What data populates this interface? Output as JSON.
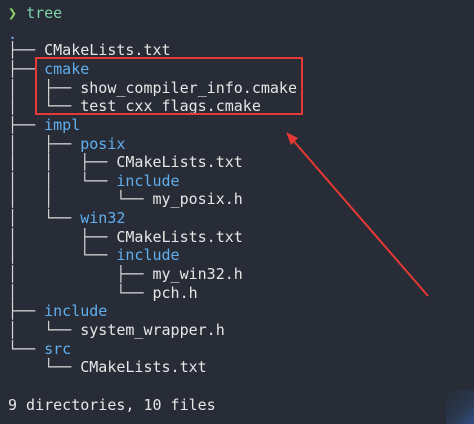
{
  "prompt": {
    "symbol": "❯",
    "command": "tree"
  },
  "tree": {
    "root": ".",
    "lines": [
      {
        "guide": "├── ",
        "name": "CMakeLists.txt",
        "kind": "file"
      },
      {
        "guide": "├── ",
        "name": "cmake",
        "kind": "dir"
      },
      {
        "guide": "│   ├── ",
        "name": "show_compiler_info.cmake",
        "kind": "file"
      },
      {
        "guide": "│   └── ",
        "name": "test_cxx_flags.cmake",
        "kind": "file"
      },
      {
        "guide": "├── ",
        "name": "impl",
        "kind": "dir"
      },
      {
        "guide": "│   ├── ",
        "name": "posix",
        "kind": "dir"
      },
      {
        "guide": "│   │   ├── ",
        "name": "CMakeLists.txt",
        "kind": "file"
      },
      {
        "guide": "│   │   └── ",
        "name": "include",
        "kind": "dir"
      },
      {
        "guide": "│   │       └── ",
        "name": "my_posix.h",
        "kind": "file"
      },
      {
        "guide": "│   └── ",
        "name": "win32",
        "kind": "dir"
      },
      {
        "guide": "│       ├── ",
        "name": "CMakeLists.txt",
        "kind": "file"
      },
      {
        "guide": "│       └── ",
        "name": "include",
        "kind": "dir"
      },
      {
        "guide": "│           ├── ",
        "name": "my_win32.h",
        "kind": "file"
      },
      {
        "guide": "│           └── ",
        "name": "pch.h",
        "kind": "file"
      },
      {
        "guide": "├── ",
        "name": "include",
        "kind": "dir"
      },
      {
        "guide": "│   └── ",
        "name": "system_wrapper.h",
        "kind": "file"
      },
      {
        "guide": "└── ",
        "name": "src",
        "kind": "dir"
      },
      {
        "guide": "    └── ",
        "name": "CMakeLists.txt",
        "kind": "file"
      }
    ]
  },
  "summary": "9 directories, 10 files",
  "annotation": {
    "color": "#e53935"
  }
}
